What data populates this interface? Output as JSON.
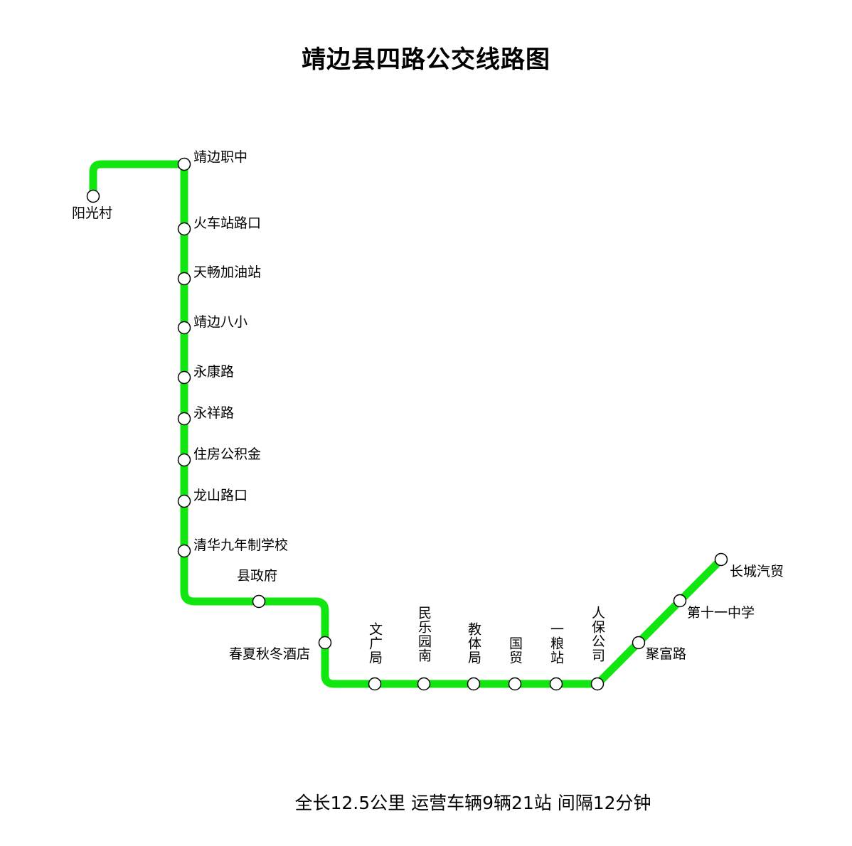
{
  "title": "靖边县四路公交线路图",
  "line_color": "#11e611",
  "stations": [
    {
      "id": "s01",
      "name": "阳光村"
    },
    {
      "id": "s02",
      "name": "靖边职中"
    },
    {
      "id": "s03",
      "name": "火车站路口"
    },
    {
      "id": "s04",
      "name": "天畅加油站"
    },
    {
      "id": "s05",
      "name": "靖边八小"
    },
    {
      "id": "s06",
      "name": "永康路"
    },
    {
      "id": "s07",
      "name": "永祥路"
    },
    {
      "id": "s08",
      "name": "住房公积金"
    },
    {
      "id": "s09",
      "name": "龙山路口"
    },
    {
      "id": "s10",
      "name": "清华九年制学校"
    },
    {
      "id": "s11",
      "name": "县政府"
    },
    {
      "id": "s12",
      "name": "春夏秋冬酒店"
    },
    {
      "id": "s13",
      "name": "文广局"
    },
    {
      "id": "s14",
      "name": "民乐园南"
    },
    {
      "id": "s15",
      "name": "教体局"
    },
    {
      "id": "s16",
      "name": "国贸"
    },
    {
      "id": "s17",
      "name": "一粮站"
    },
    {
      "id": "s18",
      "name": "人保公司"
    },
    {
      "id": "s19",
      "name": "聚富路"
    },
    {
      "id": "s20",
      "name": "第十一中学"
    },
    {
      "id": "s21",
      "name": "长城汽贸"
    }
  ],
  "summary": "全长12.5公里 运营车辆9辆21站 间隔12分钟"
}
